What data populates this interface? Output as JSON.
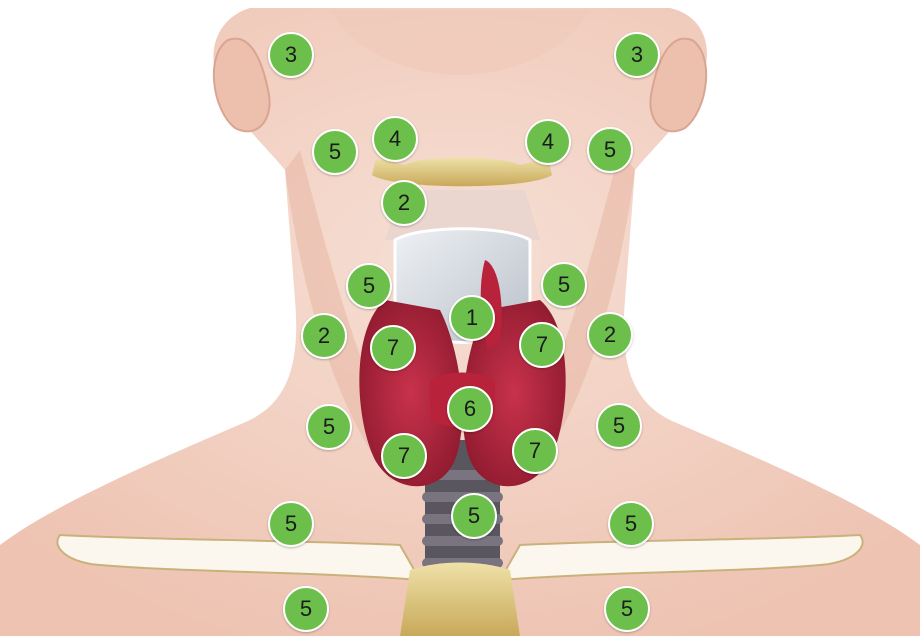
{
  "diagram": {
    "markers": [
      {
        "label": "3"
      },
      {
        "label": "3"
      },
      {
        "label": "5"
      },
      {
        "label": "4"
      },
      {
        "label": "4"
      },
      {
        "label": "5"
      },
      {
        "label": "2"
      },
      {
        "label": "5"
      },
      {
        "label": "5"
      },
      {
        "label": "1"
      },
      {
        "label": "2"
      },
      {
        "label": "7"
      },
      {
        "label": "7"
      },
      {
        "label": "2"
      },
      {
        "label": "6"
      },
      {
        "label": "5"
      },
      {
        "label": "5"
      },
      {
        "label": "7"
      },
      {
        "label": "7"
      },
      {
        "label": "5"
      },
      {
        "label": "5"
      },
      {
        "label": "5"
      },
      {
        "label": "5"
      },
      {
        "label": "5"
      }
    ],
    "colors": {
      "marker_fill": "#6bbf4a",
      "marker_text": "#1b1b1b",
      "skin": "#f2d3c6",
      "thyroid": "#b8223b",
      "cartilage": "#d8dde3",
      "bone": "#d9c27a",
      "trachea": "#5a5660"
    }
  }
}
